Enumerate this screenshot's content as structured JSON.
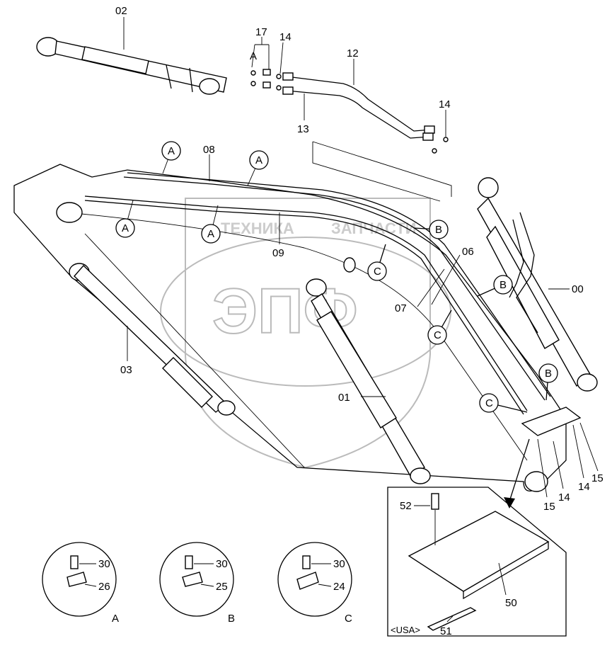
{
  "watermark": {
    "left": "ТЕХНИКА",
    "right": "ЗАПЧАСТИ",
    "logo": "ЭПФ"
  },
  "labels": {
    "p02": "02",
    "p17": "17",
    "p17_ref": "A",
    "p14_top": "14",
    "p12": "12",
    "p13": "13",
    "p14_right": "14",
    "p08": "08",
    "p09": "09",
    "p06": "06",
    "p07": "07",
    "p00": "00",
    "p03": "03",
    "p01": "01",
    "p15_a": "15",
    "p14_a": "14",
    "p14_b": "14",
    "p15_b": "15",
    "p52": "52",
    "p50": "50",
    "p51": "51",
    "usa": "<USA>"
  },
  "callouts": {
    "a": "A",
    "b": "B",
    "c": "C"
  },
  "details": [
    {
      "bolt": "30",
      "clamp": "26",
      "ref": "A"
    },
    {
      "bolt": "30",
      "clamp": "25",
      "ref": "B"
    },
    {
      "bolt": "30",
      "clamp": "24",
      "ref": "C"
    }
  ]
}
